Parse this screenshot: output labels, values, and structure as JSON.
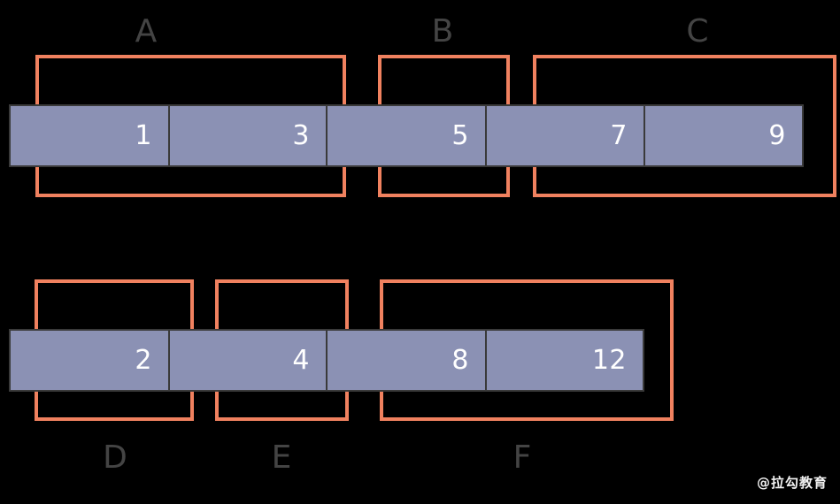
{
  "diagram": {
    "title_watermark": "@拉勾教育",
    "colors": {
      "background": "#000000",
      "bar_fill": "#8b91b4",
      "bar_border": "#3a3a3a",
      "highlight_box": "#f0815f",
      "value_text": "#ffffff",
      "label_text": "#444444"
    },
    "rows": [
      {
        "id": "top-row",
        "segments": [
          {
            "value": "1",
            "empty": false
          },
          {
            "value": "3",
            "empty": false
          },
          {
            "value": "5",
            "empty": false
          },
          {
            "value": "7",
            "empty": false
          },
          {
            "value": "9",
            "empty": false
          }
        ],
        "groups": [
          {
            "label": "A",
            "label_position": "above"
          },
          {
            "label": "B",
            "label_position": "above"
          },
          {
            "label": "C",
            "label_position": "above"
          }
        ]
      },
      {
        "id": "bottom-row",
        "segments": [
          {
            "value": "2",
            "empty": false
          },
          {
            "value": "4",
            "empty": false
          },
          {
            "value": "8",
            "empty": false
          },
          {
            "value": "12",
            "empty": false
          }
        ],
        "groups": [
          {
            "label": "D",
            "label_position": "below"
          },
          {
            "label": "E",
            "label_position": "below"
          },
          {
            "label": "F",
            "label_position": "below"
          }
        ]
      }
    ]
  }
}
